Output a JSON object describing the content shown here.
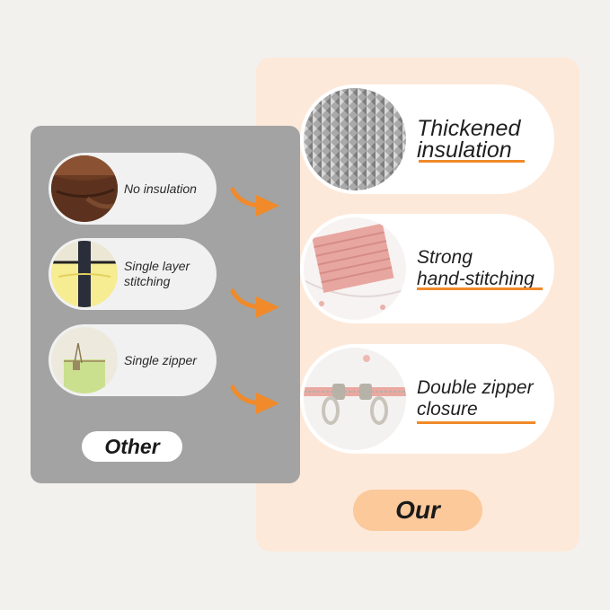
{
  "other": {
    "button_label": "Other",
    "items": [
      {
        "label": "No insulation",
        "image": "brown-bag-interior-photo"
      },
      {
        "label": "Single layer stitching",
        "image": "yellow-bag-strap-photo"
      },
      {
        "label": "Single zipper",
        "image": "green-bag-zipper-photo"
      }
    ]
  },
  "our": {
    "button_label": "Our",
    "items": [
      {
        "line1": "Thickened",
        "line2": "insulation",
        "image": "foil-insulation-photo"
      },
      {
        "line1": "Strong",
        "line2": "hand-stitching",
        "image": "pink-strap-stitching-photo"
      },
      {
        "line1": "Double zipper",
        "line2": "closure",
        "image": "double-zipper-photo"
      }
    ]
  },
  "colors": {
    "accent": "#f08a2a",
    "other_panel": "#a3a3a3",
    "our_panel": "#fde9da",
    "our_button": "#fbc99a"
  }
}
